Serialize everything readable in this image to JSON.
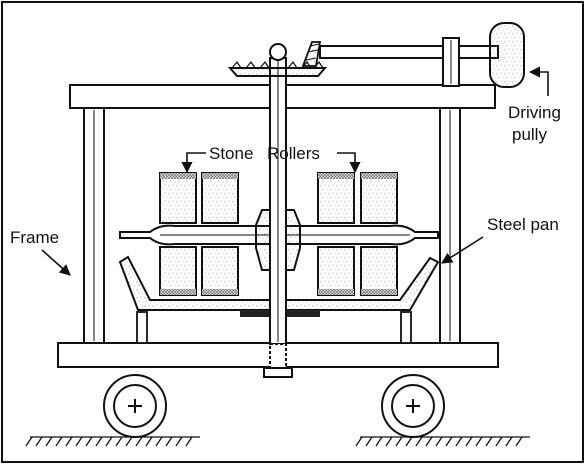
{
  "labels": {
    "stone": "Stone",
    "rollers": "Rollers",
    "frame": "Frame",
    "steel_pan": "Steel pan",
    "driving_line1": "Driving",
    "driving_line2": "pully"
  },
  "colors": {
    "ink": "#111111",
    "background": "#ffffff"
  }
}
